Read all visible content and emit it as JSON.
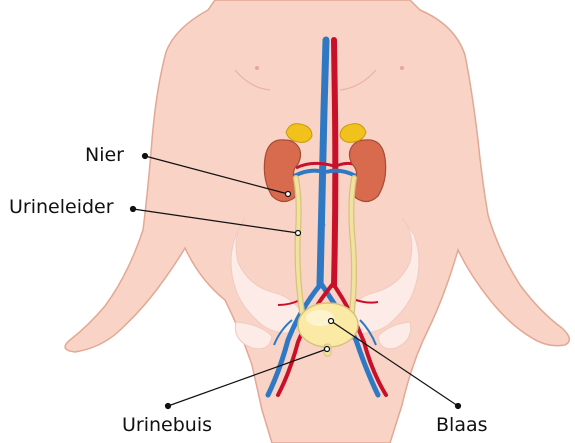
{
  "labels": {
    "kidney": "Nier",
    "ureter": "Urineleider",
    "urethra": "Urinebuis",
    "bladder": "Blaas"
  },
  "colors": {
    "skin": "#f8d3c6",
    "skin_outline": "#e3a894",
    "bone": "#fcebe6",
    "kidney": "#d86a4e",
    "adrenal": "#f2c21c",
    "ureter": "#f1e2a2",
    "bladder": "#fbeaa6",
    "artery": "#c9102a",
    "vein": "#2f79c4",
    "leader": "#111111"
  }
}
